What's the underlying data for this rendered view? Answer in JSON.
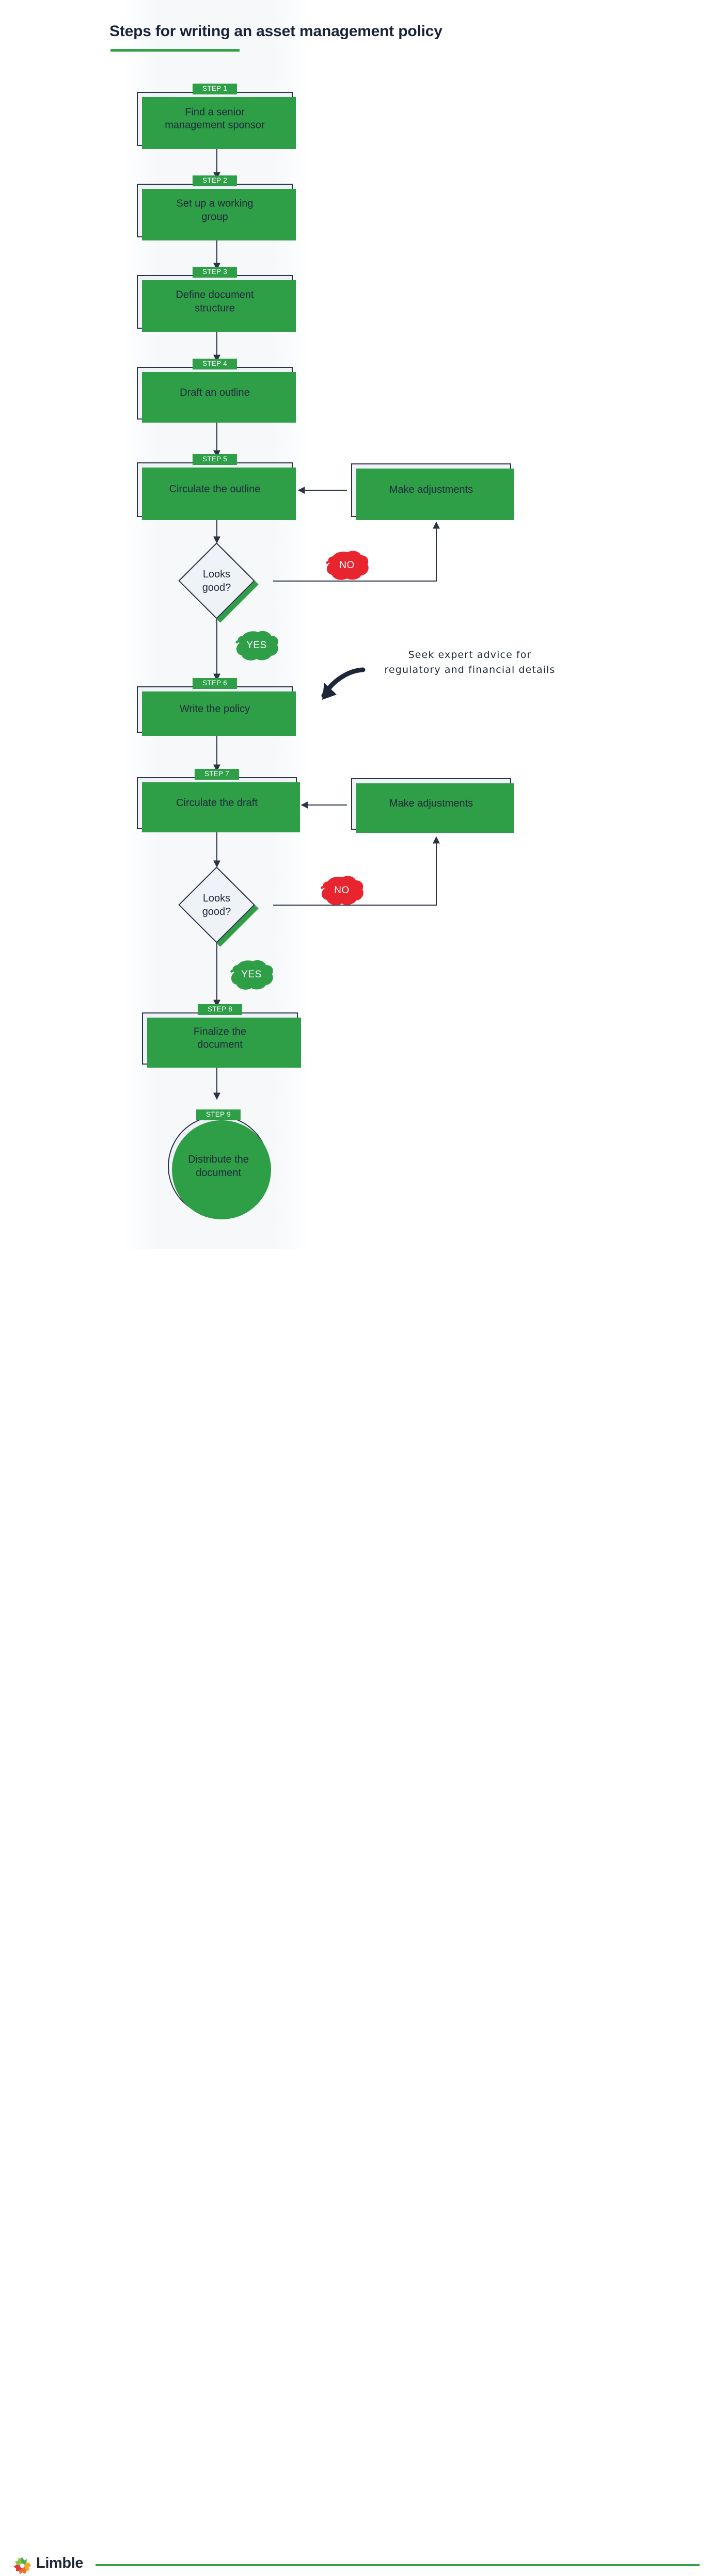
{
  "header": {
    "title": "Steps for writing an asset management policy",
    "accent_color": "#35a24a",
    "title_color": "#18233a"
  },
  "theme": {
    "node_fill": "#eff2f7",
    "node_border": "#2b3347",
    "green": "#2e9e47",
    "red": "#e8252f",
    "text": "#20293c"
  },
  "flow": {
    "nodes": [
      {
        "id": "step1",
        "badge": "STEP 1",
        "label": "Find a senior\nmanagement sponsor",
        "shape": "process"
      },
      {
        "id": "step2",
        "badge": "STEP 2",
        "label": "Set up a working\ngroup",
        "shape": "process"
      },
      {
        "id": "step3",
        "badge": "STEP 3",
        "label": "Define document\nstructure",
        "shape": "process"
      },
      {
        "id": "step4",
        "badge": "STEP 4",
        "label": "Draft an outline",
        "shape": "process"
      },
      {
        "id": "step5",
        "badge": "STEP 5",
        "label": "Circulate the outline",
        "shape": "process"
      },
      {
        "id": "adjust1",
        "badge": "",
        "label": "Make adjustments",
        "shape": "process"
      },
      {
        "id": "decision1",
        "badge": "",
        "label": "Looks\ngood?",
        "shape": "decision"
      },
      {
        "id": "step6",
        "badge": "STEP 6",
        "label": "Write the policy",
        "shape": "process"
      },
      {
        "id": "step7",
        "badge": "STEP 7",
        "label": "Circulate the draft",
        "shape": "process"
      },
      {
        "id": "adjust2",
        "badge": "",
        "label": "Make adjustments",
        "shape": "process"
      },
      {
        "id": "decision2",
        "badge": "",
        "label": "Looks\ngood?",
        "shape": "decision"
      },
      {
        "id": "step8",
        "badge": "STEP 8",
        "label": "Finalize the\ndocument",
        "shape": "process"
      },
      {
        "id": "step9",
        "badge": "STEP 9",
        "label": "Distribute the\ndocument",
        "shape": "terminator"
      }
    ],
    "branch_labels": [
      {
        "id": "no1",
        "text": "NO",
        "color": "#e8252f"
      },
      {
        "id": "yes1",
        "text": "YES",
        "color": "#2e9e47"
      },
      {
        "id": "no2",
        "text": "NO",
        "color": "#e8252f"
      },
      {
        "id": "yes2",
        "text": "YES",
        "color": "#2e9e47"
      }
    ],
    "annotation": {
      "line1": "Seek expert advice for",
      "line2": "regulatory and financial details"
    }
  },
  "footer": {
    "brand": "Limble",
    "rule_color": "#35a24a"
  }
}
